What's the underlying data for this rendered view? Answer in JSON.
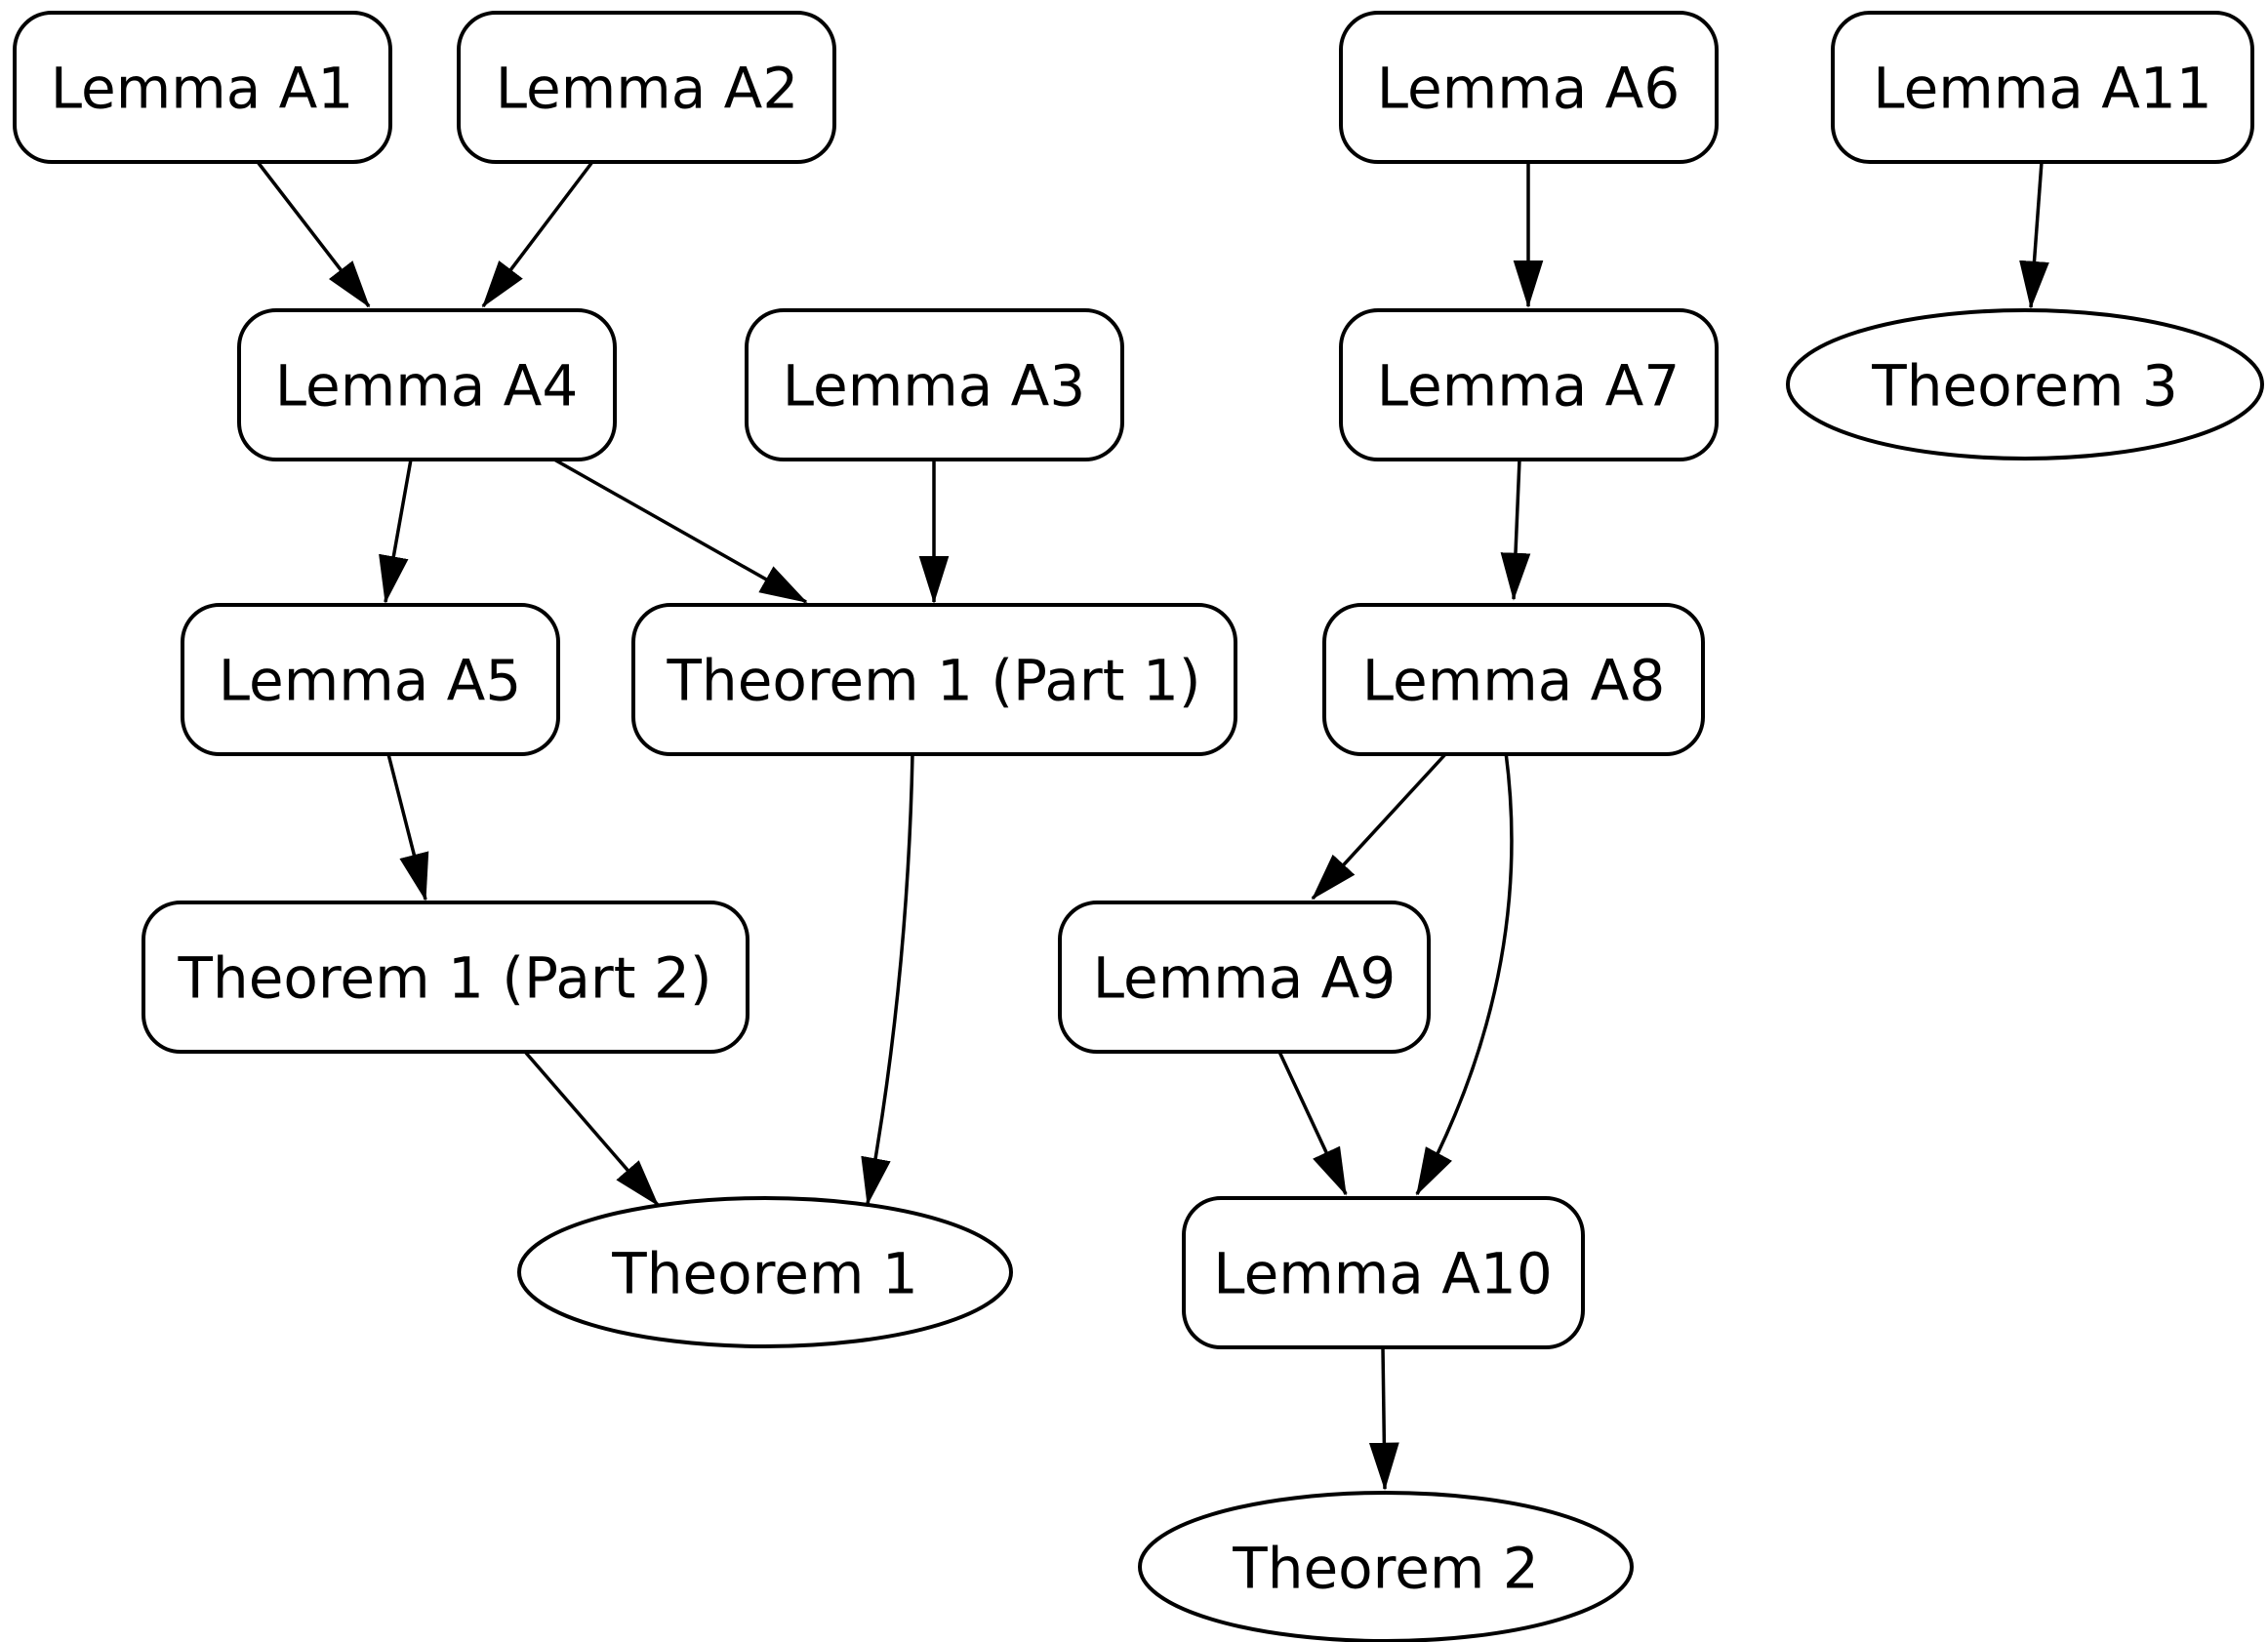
{
  "diagram": {
    "background_color": "#ffffff",
    "node_fill": "#ffffff",
    "node_stroke": "#000000",
    "edge_color": "#000000",
    "nodes": [
      {
        "id": "lemma-a1",
        "label": "Lemma A1",
        "shape": "rounded-rect"
      },
      {
        "id": "lemma-a2",
        "label": "Lemma A2",
        "shape": "rounded-rect"
      },
      {
        "id": "lemma-a6",
        "label": "Lemma A6",
        "shape": "rounded-rect"
      },
      {
        "id": "lemma-a11",
        "label": "Lemma A11",
        "shape": "rounded-rect"
      },
      {
        "id": "lemma-a4",
        "label": "Lemma A4",
        "shape": "rounded-rect"
      },
      {
        "id": "lemma-a3",
        "label": "Lemma A3",
        "shape": "rounded-rect"
      },
      {
        "id": "lemma-a7",
        "label": "Lemma A7",
        "shape": "rounded-rect"
      },
      {
        "id": "theorem-3",
        "label": "Theorem 3",
        "shape": "ellipse"
      },
      {
        "id": "lemma-a5",
        "label": "Lemma A5",
        "shape": "rounded-rect"
      },
      {
        "id": "theorem-1-part-1",
        "label": "Theorem 1 (Part 1)",
        "shape": "rounded-rect"
      },
      {
        "id": "lemma-a8",
        "label": "Lemma A8",
        "shape": "rounded-rect"
      },
      {
        "id": "theorem-1-part-2",
        "label": "Theorem 1 (Part 2)",
        "shape": "rounded-rect"
      },
      {
        "id": "lemma-a9",
        "label": "Lemma A9",
        "shape": "rounded-rect"
      },
      {
        "id": "theorem-1",
        "label": "Theorem 1",
        "shape": "ellipse"
      },
      {
        "id": "lemma-a10",
        "label": "Lemma A10",
        "shape": "rounded-rect"
      },
      {
        "id": "theorem-2",
        "label": "Theorem 2",
        "shape": "ellipse"
      }
    ],
    "edges": [
      {
        "from": "lemma-a1",
        "to": "lemma-a4"
      },
      {
        "from": "lemma-a2",
        "to": "lemma-a4"
      },
      {
        "from": "lemma-a4",
        "to": "lemma-a5"
      },
      {
        "from": "lemma-a4",
        "to": "theorem-1-part-1"
      },
      {
        "from": "lemma-a3",
        "to": "theorem-1-part-1"
      },
      {
        "from": "lemma-a5",
        "to": "theorem-1-part-2"
      },
      {
        "from": "theorem-1-part-2",
        "to": "theorem-1"
      },
      {
        "from": "theorem-1-part-1",
        "to": "theorem-1"
      },
      {
        "from": "lemma-a6",
        "to": "lemma-a7"
      },
      {
        "from": "lemma-a7",
        "to": "lemma-a8"
      },
      {
        "from": "lemma-a8",
        "to": "lemma-a9"
      },
      {
        "from": "lemma-a8",
        "to": "lemma-a10"
      },
      {
        "from": "lemma-a9",
        "to": "lemma-a10"
      },
      {
        "from": "lemma-a10",
        "to": "theorem-2"
      },
      {
        "from": "lemma-a11",
        "to": "theorem-3"
      }
    ]
  }
}
